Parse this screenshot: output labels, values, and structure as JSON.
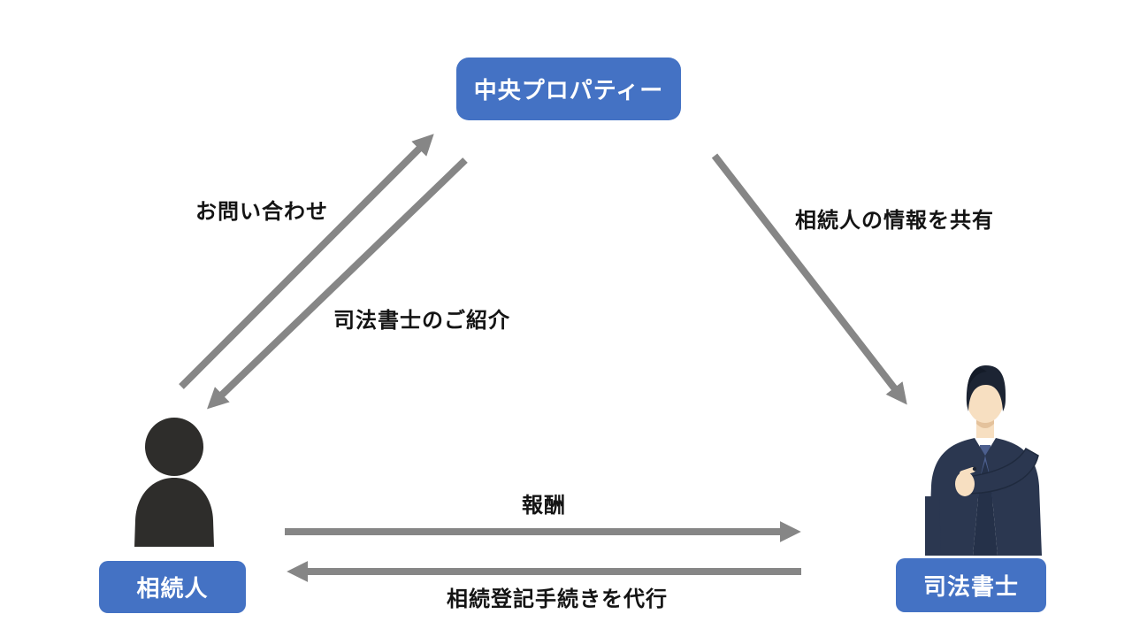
{
  "colors": {
    "node_blue": "#4472c4",
    "node_text": "#ffffff",
    "arrow_gray": "#868686",
    "label_text": "#141414",
    "silhouette": "#2e2d2b",
    "suit_navy": "#2b3750",
    "tie_blue": "#4c5f8e",
    "skin": "#f7dfc1",
    "hair": "#1c2433",
    "background": "#ffffff"
  },
  "nodes": {
    "company": {
      "label": "中央プロパティー"
    },
    "heir": {
      "label": "相続人"
    },
    "scrivener": {
      "label": "司法書士"
    }
  },
  "arrows": [
    {
      "id": "inquiry",
      "label": "お問い合わせ",
      "from": "heir",
      "to": "company"
    },
    {
      "id": "introduction",
      "label": "司法書士のご紹介",
      "from": "company",
      "to": "heir"
    },
    {
      "id": "share-info",
      "label": "相続人の情報を共有",
      "from": "company",
      "to": "scrivener"
    },
    {
      "id": "fee",
      "label": "報酬",
      "from": "heir",
      "to": "scrivener"
    },
    {
      "id": "agency",
      "label": "相続登記手続きを代行",
      "from": "scrivener",
      "to": "heir"
    }
  ],
  "icons": {
    "heir": "person-silhouette-icon",
    "scrivener": "businessman-illustration-icon"
  }
}
